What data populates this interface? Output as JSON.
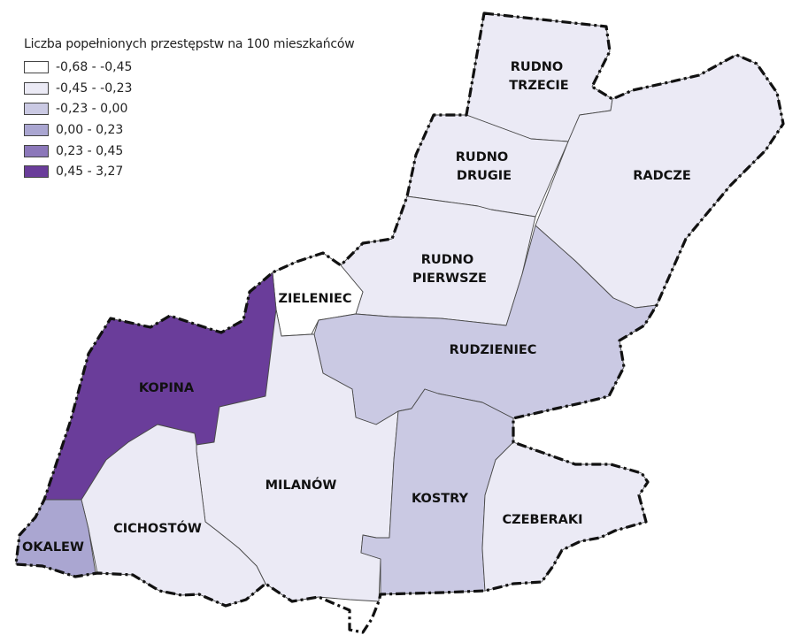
{
  "legend": {
    "title": "Liczba popełnionych przestępstw na 100 mieszkańców",
    "classes": [
      {
        "label": "-0,68 - -0,45",
        "color": "#ffffff"
      },
      {
        "label": "-0,45 - -0,23",
        "color": "#ebeaf5"
      },
      {
        "label": "-0,23 - 0,00",
        "color": "#cac9e3"
      },
      {
        "label": "0,00 - 0,23",
        "color": "#aaa6d1"
      },
      {
        "label": "0,23 - 0,45",
        "color": "#8c78ba"
      },
      {
        "label": "0,45 - 3,27",
        "color": "#6a3d9a"
      }
    ]
  },
  "regions": {
    "rudno_trzecie": {
      "name": "RUDNO TRZECIE",
      "lines": [
        "RUDNO",
        "TRZECIE"
      ],
      "class": 1
    },
    "rudno_drugie": {
      "name": "RUDNO DRUGIE",
      "lines": [
        "RUDNO",
        "DRUGIE"
      ],
      "class": 1
    },
    "radcze": {
      "name": "RADCZE",
      "lines": [
        "RADCZE"
      ],
      "class": 1
    },
    "rudno_pierwsze": {
      "name": "RUDNO PIERWSZE",
      "lines": [
        "RUDNO",
        "PIERWSZE"
      ],
      "class": 1
    },
    "zieleniec": {
      "name": "ZIELENIEC",
      "lines": [
        "ZIELENIEC"
      ],
      "class": 0
    },
    "rudzieniec": {
      "name": "RUDZIENIEC",
      "lines": [
        "RUDZIENIEC"
      ],
      "class": 2
    },
    "kopina": {
      "name": "KOPINA",
      "lines": [
        "KOPINA"
      ],
      "class": 5
    },
    "milanow": {
      "name": "MILANÓW",
      "lines": [
        "MILANÓW"
      ],
      "class": 1
    },
    "kostry": {
      "name": "KOSTRY",
      "lines": [
        "KOSTRY"
      ],
      "class": 2
    },
    "czeberaki": {
      "name": "CZEBERAKI",
      "lines": [
        "CZEBERAKI"
      ],
      "class": 1
    },
    "cichostow": {
      "name": "CICHOSTÓW",
      "lines": [
        "CICHOSTÓW"
      ],
      "class": 1
    },
    "okalew": {
      "name": "OKALEW",
      "lines": [
        "OKALEW"
      ],
      "class": 3
    }
  }
}
